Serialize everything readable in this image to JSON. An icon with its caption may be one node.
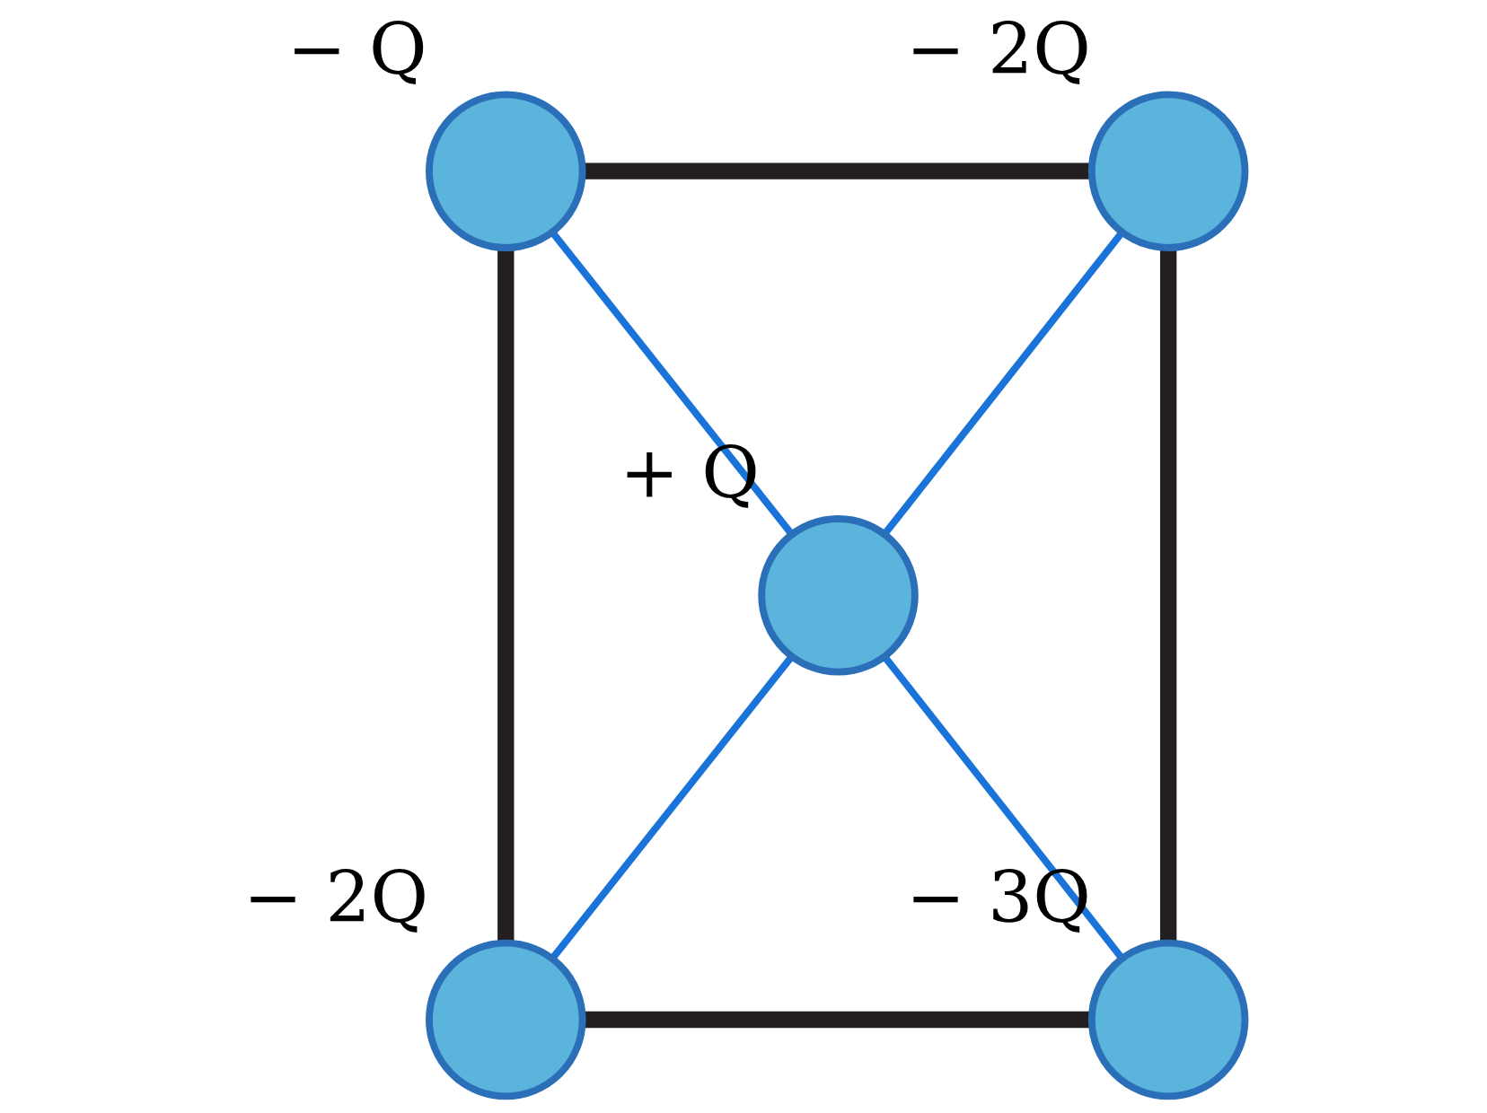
{
  "diagram": {
    "nodes": [
      {
        "text": [],
        "shape": "circle",
        "beside": [
          "− Q"
        ]
      },
      {
        "text": [],
        "shape": "circle",
        "beside": [
          "− 2Q"
        ]
      },
      {
        "text": [],
        "shape": "circle",
        "beside": [
          "+ Q"
        ]
      },
      {
        "text": [],
        "shape": "circle",
        "beside": [
          "− 2Q"
        ]
      },
      {
        "text": [],
        "shape": "circle",
        "beside": [
          "− 3Q"
        ]
      }
    ],
    "edges": [
      {
        "from": 0,
        "to": 1,
        "arrow": "none",
        "style": "thick"
      },
      {
        "from": 0,
        "to": 3,
        "arrow": "none",
        "style": "thick"
      },
      {
        "from": 1,
        "to": 4,
        "arrow": "none",
        "style": "thick"
      },
      {
        "from": 3,
        "to": 4,
        "arrow": "none",
        "style": "thick"
      },
      {
        "from": 0,
        "to": 2,
        "arrow": "none",
        "color": "#1a73d9"
      },
      {
        "from": 1,
        "to": 2,
        "arrow": "none",
        "color": "#1a73d9"
      },
      {
        "from": 2,
        "to": 3,
        "arrow": "none",
        "color": "#1a73d9"
      },
      {
        "from": 2,
        "to": 4,
        "arrow": "none",
        "color": "#1a73d9"
      }
    ]
  }
}
